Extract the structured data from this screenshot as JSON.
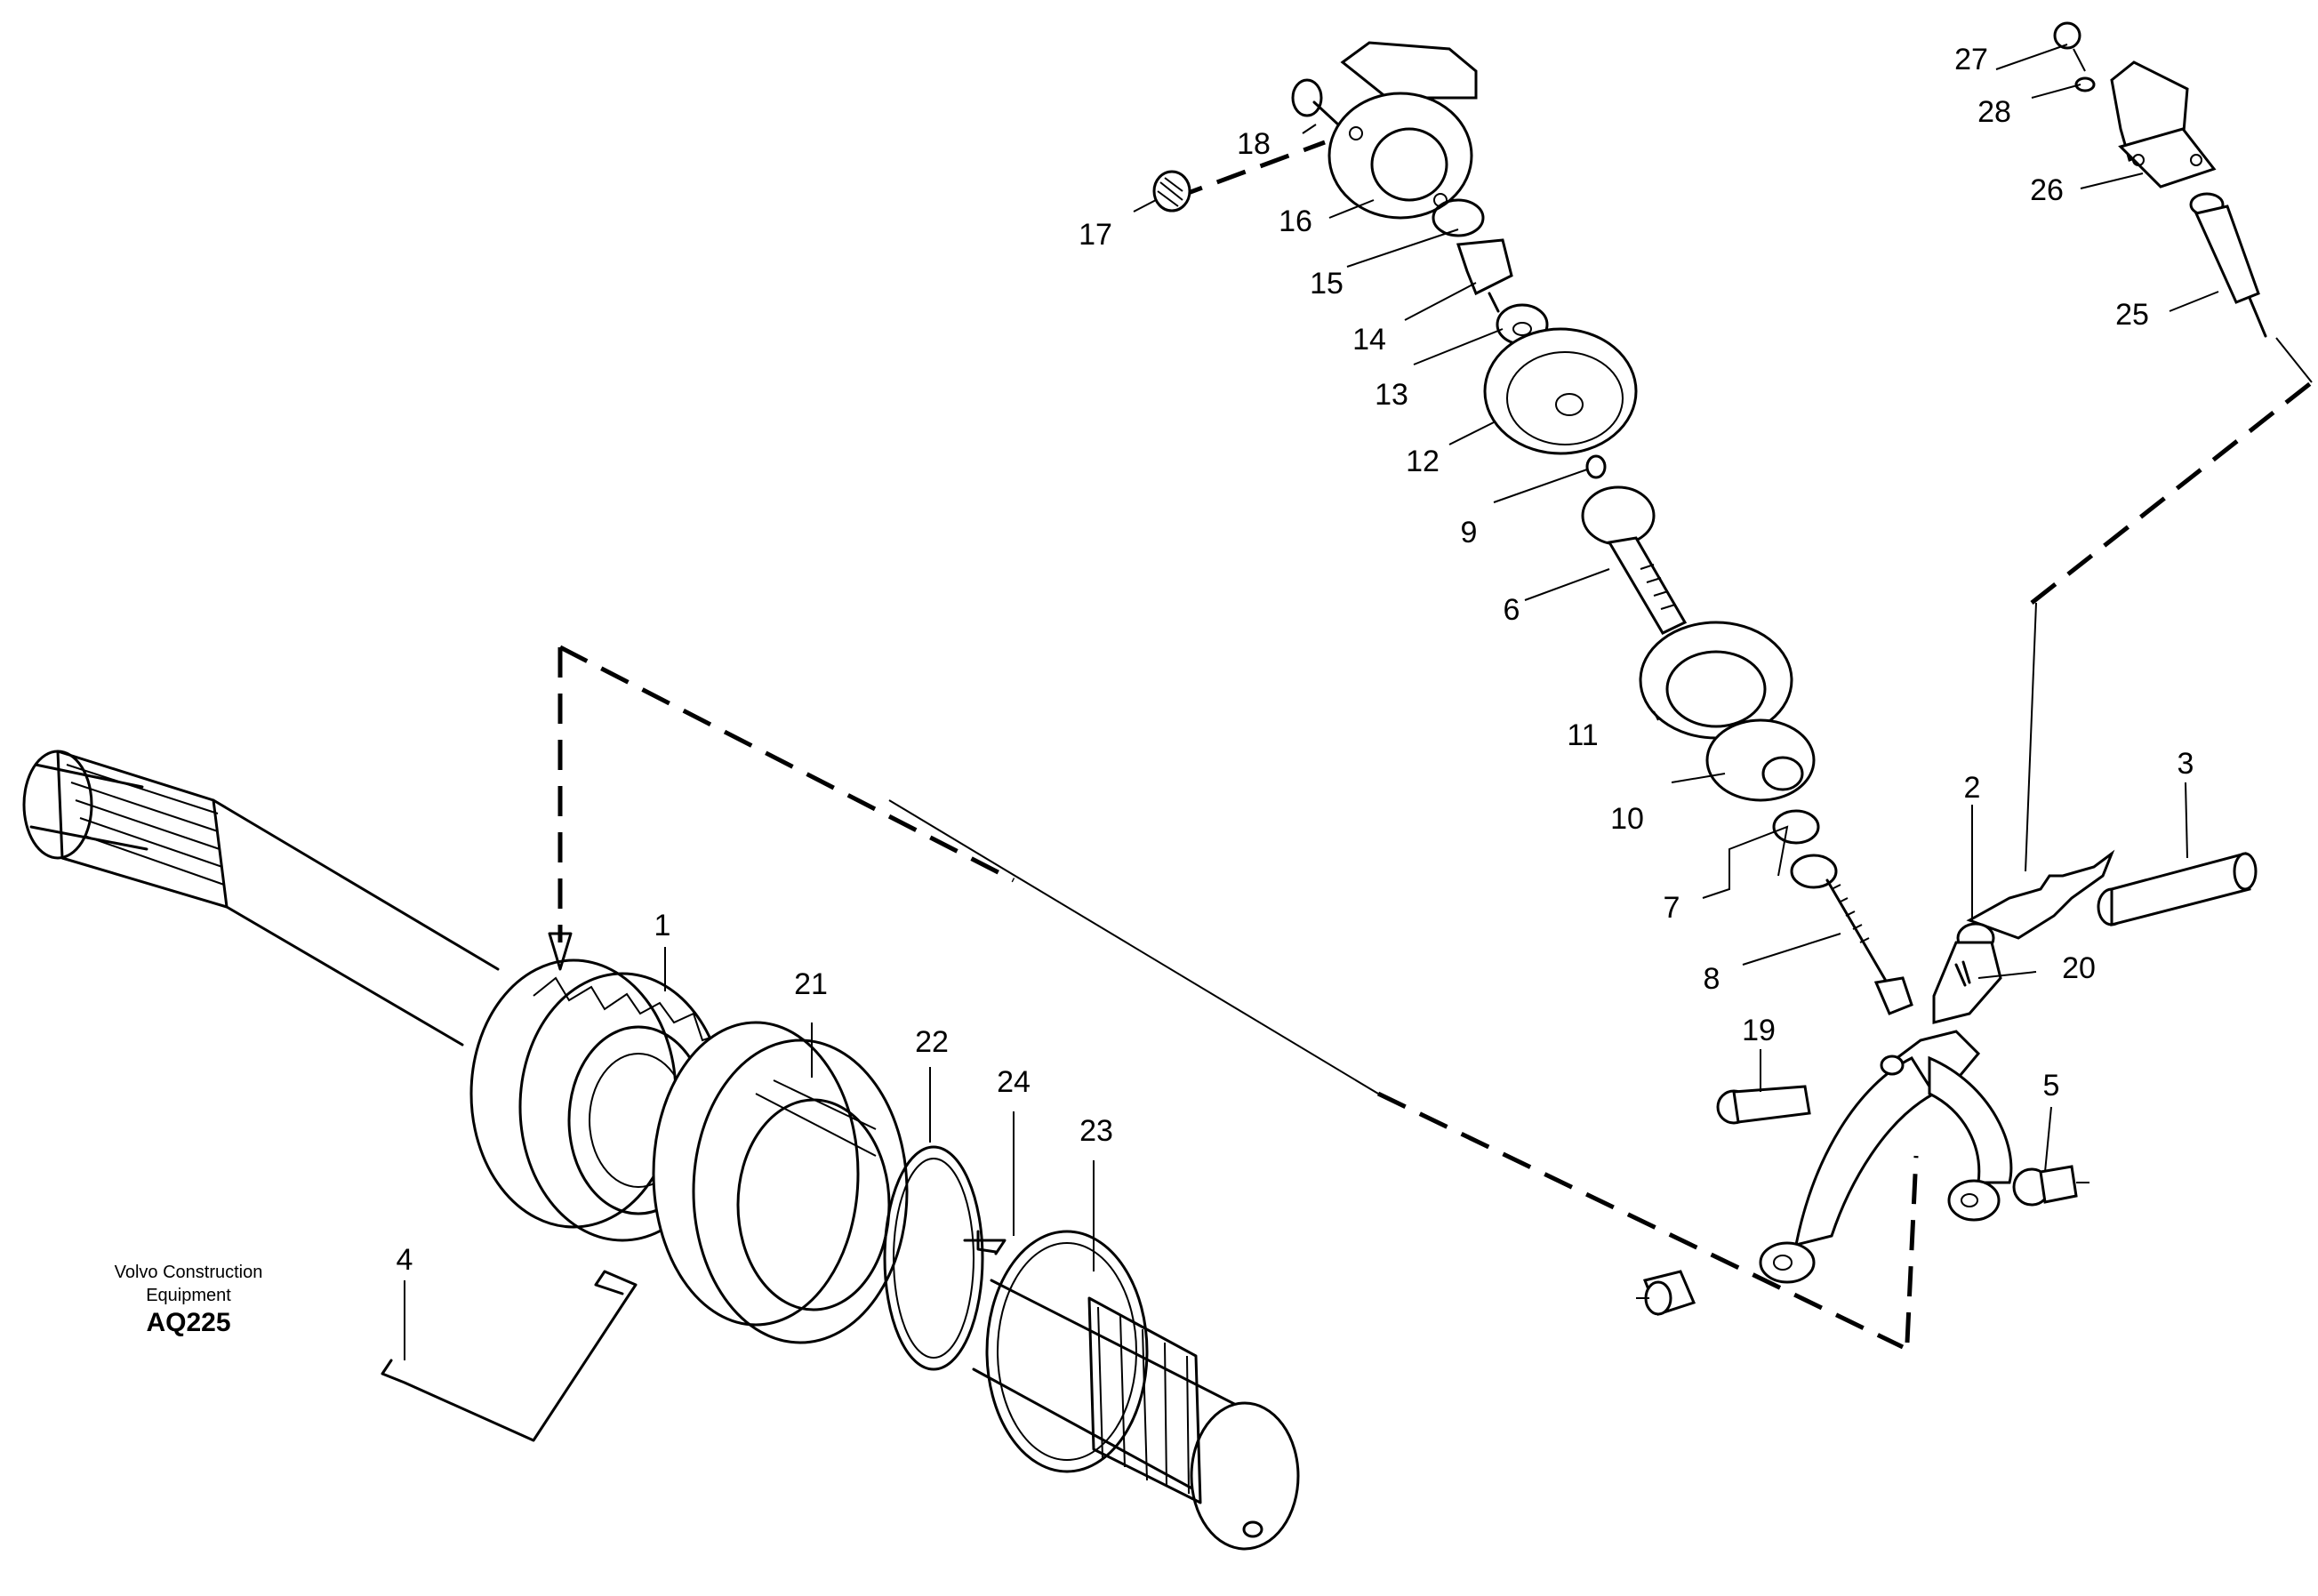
{
  "caption": {
    "brand_line1": "Volvo Construction",
    "brand_line2": "Equipment",
    "code": "AQ225"
  },
  "parts": {
    "p1": "1",
    "p2": "2",
    "p3": "3",
    "p4": "4",
    "p5": "5",
    "p6": "6",
    "p7": "7",
    "p8": "8",
    "p9": "9",
    "p10": "10",
    "p11": "11",
    "p12": "12",
    "p13": "13",
    "p14": "14",
    "p15": "15",
    "p16": "16",
    "p17": "17",
    "p18": "18",
    "p19": "19",
    "p20": "20",
    "p21": "21",
    "p22": "22",
    "p23": "23",
    "p24": "24",
    "p25": "25",
    "p26": "26",
    "p27": "27",
    "p28": "28"
  }
}
